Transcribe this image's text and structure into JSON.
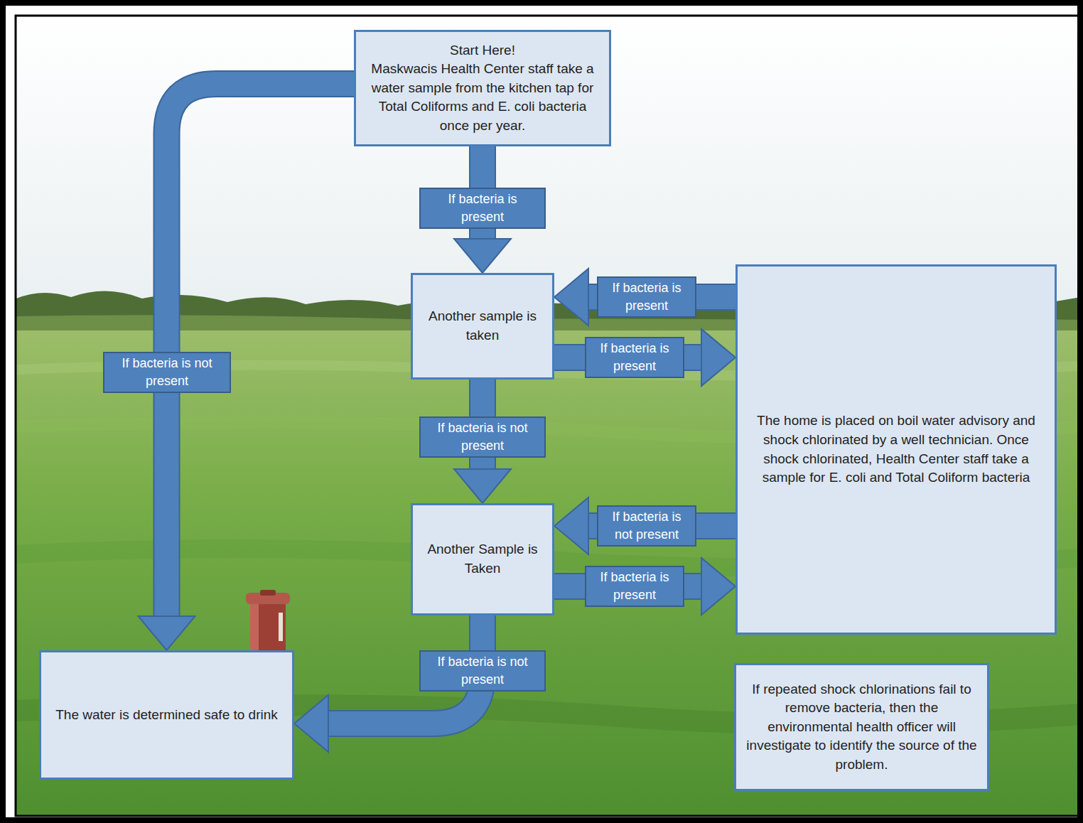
{
  "diagram": {
    "nodes": [
      {
        "text": [
          "Start Here!",
          "Maskwacis Health Center staff take a water sample from the kitchen tap for Total Coliforms and E. coli bacteria once per year."
        ]
      },
      {
        "text": [
          "Another sample is taken"
        ]
      },
      {
        "text": [
          "The home is placed on boil water advisory and shock chlorinated by a well technician. Once shock chlorinated, Health Center staff take a sample for E. coli and Total Coliform bacteria"
        ]
      },
      {
        "text": [
          "Another Sample is Taken"
        ]
      },
      {
        "text": [
          "The water is determined safe to drink"
        ]
      },
      {
        "text": [
          "If repeated shock chlorinations fail to remove bacteria, then the environmental health officer will investigate to identify the source of the problem."
        ]
      }
    ],
    "edges": [
      {
        "from": 0,
        "to": 1,
        "label": "If bacteria is present",
        "arrow": "to"
      },
      {
        "from": 0,
        "to": 4,
        "label": "If bacteria is not present",
        "arrow": "to"
      },
      {
        "from": 2,
        "to": 1,
        "label": "If bacteria is present",
        "arrow": "to"
      },
      {
        "from": 1,
        "to": 2,
        "label": "If bacteria is present",
        "arrow": "to"
      },
      {
        "from": 1,
        "to": 3,
        "label": "If bacteria is not present",
        "arrow": "to"
      },
      {
        "from": 2,
        "to": 3,
        "label": "If bacteria is not present",
        "arrow": "to"
      },
      {
        "from": 3,
        "to": 2,
        "label": "If bacteria is present",
        "arrow": "to"
      },
      {
        "from": 3,
        "to": 4,
        "label": "If bacteria is not present",
        "arrow": "to"
      }
    ]
  }
}
